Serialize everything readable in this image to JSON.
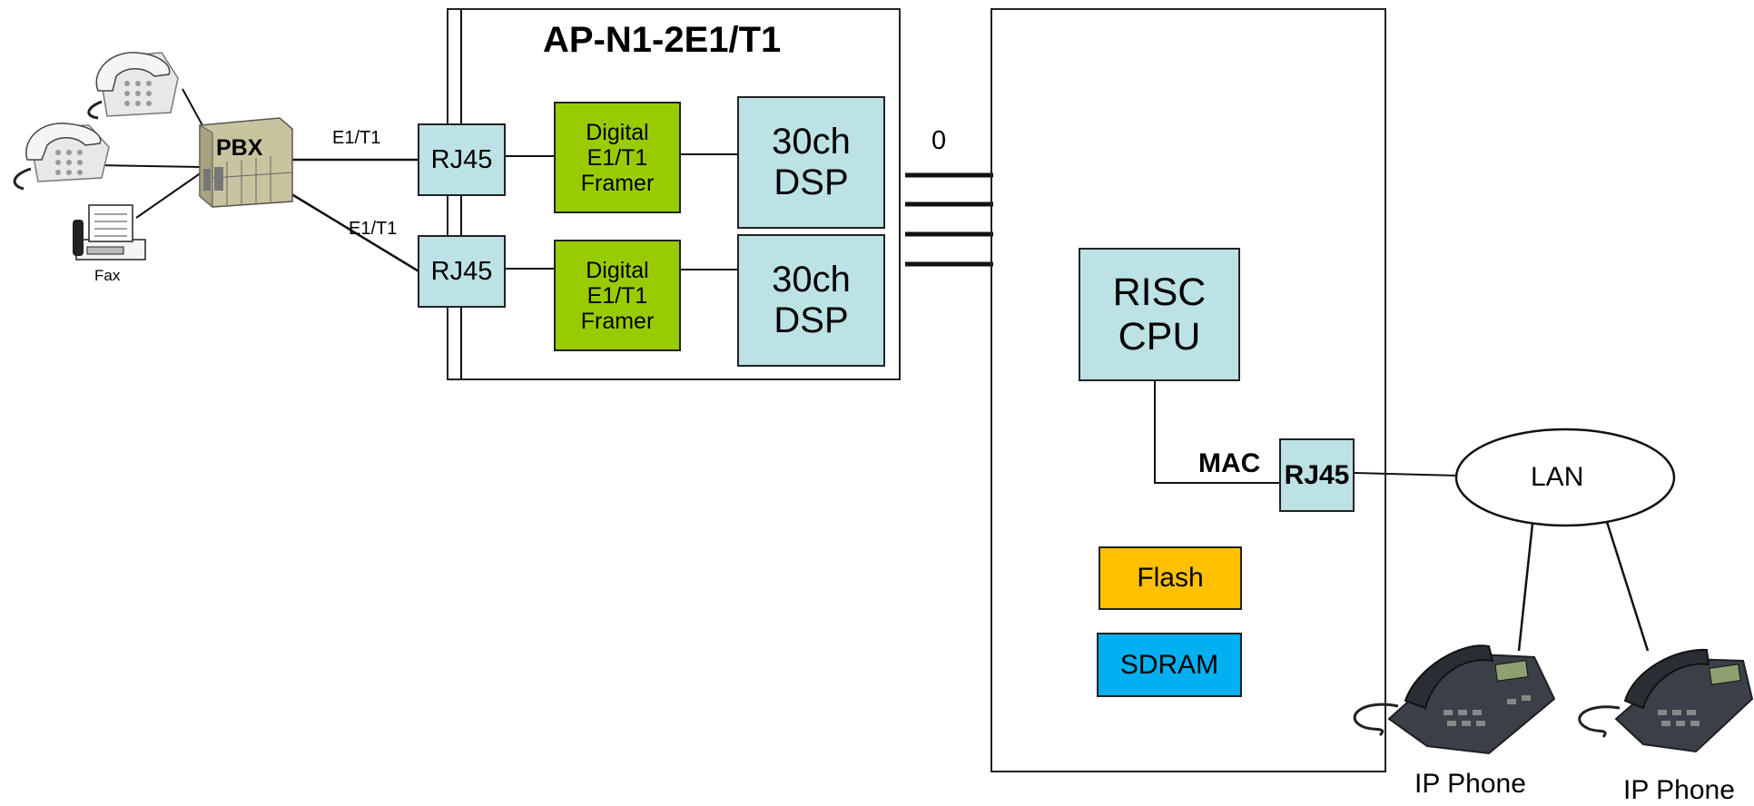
{
  "gateway": {
    "title": "AP-N1-2E1/T1",
    "ports": [
      "RJ45",
      "RJ45"
    ],
    "framers": [
      "Digital\nE1/T1\nFramer",
      "Digital\nE1/T1\nFramer"
    ],
    "dsps": [
      "30ch\nDSP",
      "30ch\nDSP"
    ]
  },
  "bus_label": "0",
  "main_board": {
    "cpu": "RISC\nCPU",
    "mac": "MAC",
    "port": "RJ45",
    "flash": "Flash",
    "sdram": "SDRAM"
  },
  "pbx": {
    "label": "PBX",
    "links": [
      "E1/T1",
      "E1/T1"
    ],
    "fax_label": "Fax"
  },
  "network": {
    "lan": "LAN",
    "phones": [
      "IP Phone",
      "IP Phone"
    ]
  },
  "colors": {
    "module": "#bde2e6",
    "framer": "#99cc00",
    "flash": "#ffc000",
    "sdram": "#00b0f0"
  }
}
